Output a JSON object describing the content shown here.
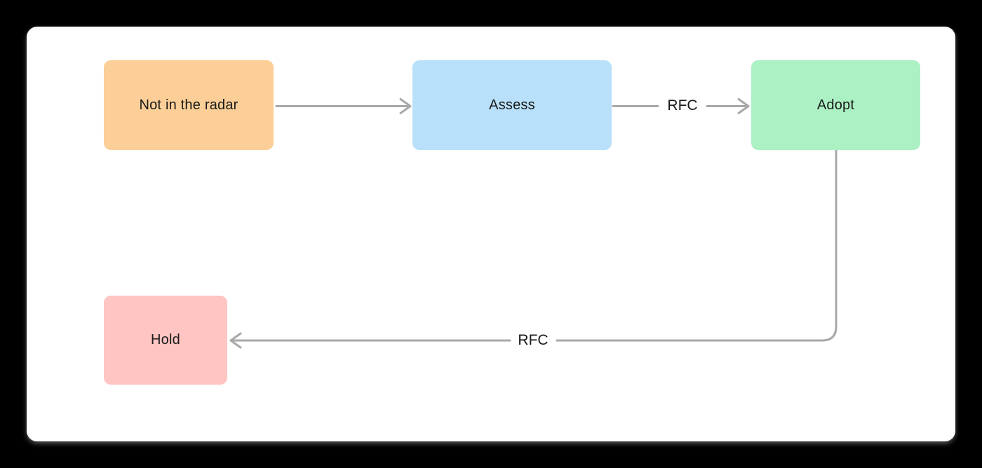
{
  "canvas": {
    "background_color": "#000000",
    "card_background_color": "#ffffff"
  },
  "diagram": {
    "edge_color": "#a8a8a8",
    "text_color": "#1a1a1a",
    "nodes": [
      {
        "id": "not-in-radar",
        "label": "Not in the radar",
        "color": "#fbcf97"
      },
      {
        "id": "assess",
        "label": "Assess",
        "color": "#b9e0fa"
      },
      {
        "id": "adopt",
        "label": "Adopt",
        "color": "#abf1c3"
      },
      {
        "id": "hold",
        "label": "Hold",
        "color": "#fec5c2"
      }
    ],
    "edges": [
      {
        "from": "not-in-radar",
        "to": "assess",
        "label": ""
      },
      {
        "from": "assess",
        "to": "adopt",
        "label": "RFC"
      },
      {
        "from": "adopt",
        "to": "hold",
        "label": "RFC"
      }
    ]
  }
}
